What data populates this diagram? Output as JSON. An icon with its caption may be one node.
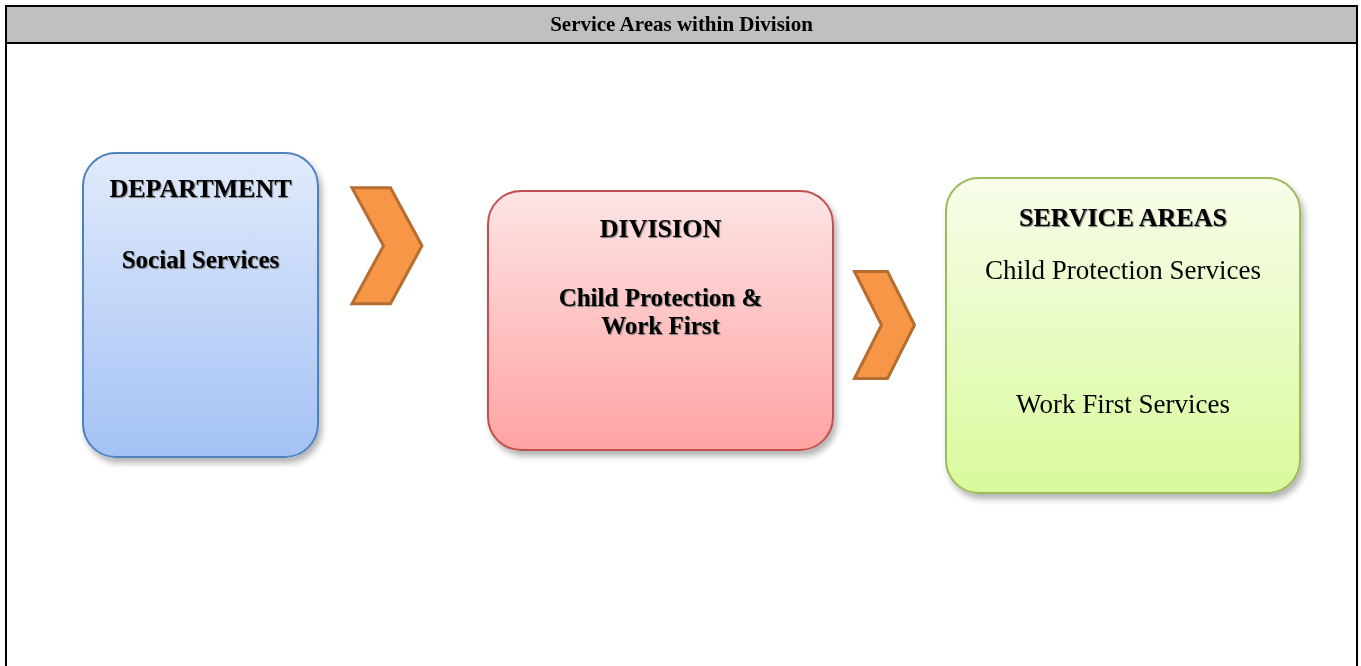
{
  "diagram": {
    "title": "Service Areas within Division",
    "nodes": [
      {
        "text": [
          "DEPARTMENT",
          "Social Services"
        ]
      },
      {
        "text": [
          "DIVISION",
          "Child Protection & Work First"
        ]
      },
      {
        "text": [
          "SERVICE AREAS",
          "Child Protection Services",
          "Work First Services"
        ]
      }
    ],
    "edges": [
      {
        "from": 0,
        "to": 1,
        "arrow": "to"
      },
      {
        "from": 1,
        "to": 2,
        "arrow": "to"
      }
    ]
  }
}
